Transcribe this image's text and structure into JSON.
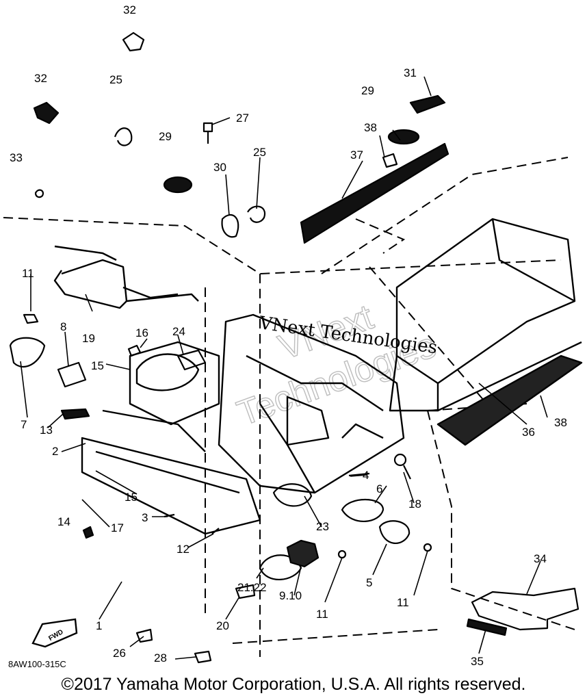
{
  "diagram": {
    "callouts": [
      "32",
      "32",
      "25",
      "33",
      "29",
      "27",
      "31",
      "29",
      "38",
      "37",
      "30",
      "25",
      "11",
      "8",
      "19",
      "16",
      "24",
      "15",
      "7",
      "13",
      "2",
      "15",
      "17",
      "14",
      "3",
      "12",
      "23",
      "4",
      "6",
      "18",
      "21.22",
      "9.10",
      "11",
      "5",
      "11",
      "36",
      "38",
      "34",
      "20",
      "1",
      "26",
      "28",
      "35"
    ],
    "part_code": "8AW100-315C",
    "fwd_label": "FWD"
  },
  "watermark": {
    "text": "VNext Technologies",
    "outline_line1": "VNext",
    "outline_line2": "Technologies"
  },
  "copyright": "©2017 Yamaha Motor Corporation, U.S.A. All rights reserved."
}
